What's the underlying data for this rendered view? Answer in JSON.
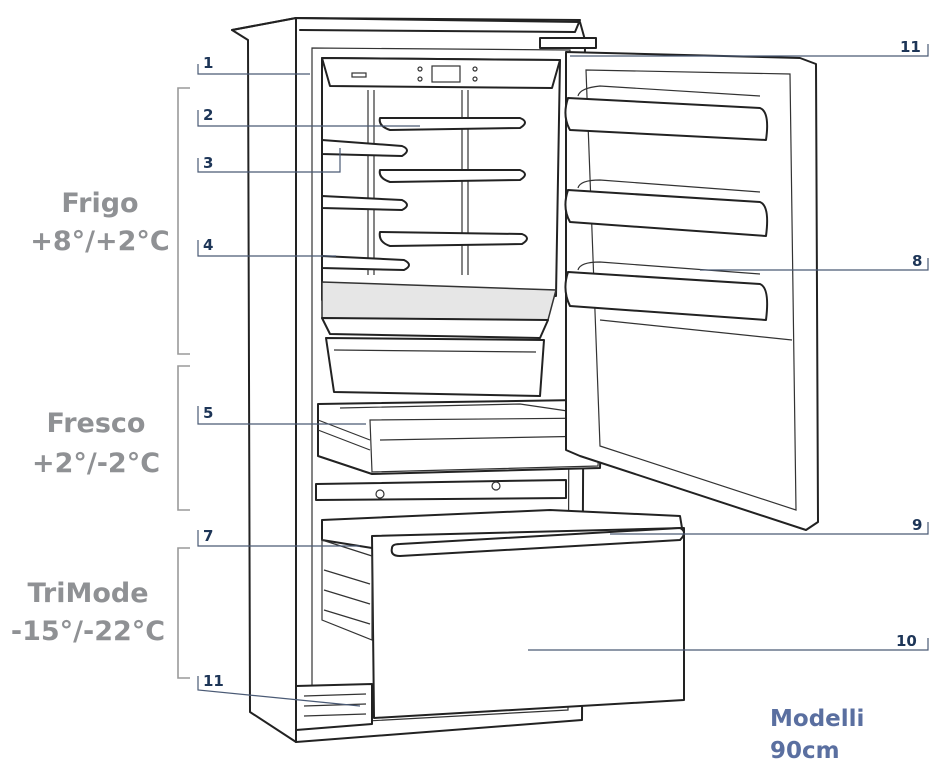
{
  "zones": {
    "frigo": {
      "name": "Frigo",
      "temp": "+8°/+2°C"
    },
    "fresco": {
      "name": "Fresco",
      "temp": "+2°/-2°C"
    },
    "trimode": {
      "name": "TriMode",
      "temp": "-15°/-22°C"
    }
  },
  "callouts": {
    "c1": "1",
    "c2": "2",
    "c3": "3",
    "c4": "4",
    "c5": "5",
    "c7": "7",
    "c8": "8",
    "c9": "9",
    "c10": "10",
    "c11_top": "11",
    "c11_bottom": "11"
  },
  "model": {
    "line1": "Modelli",
    "line2": "90cm"
  },
  "colors": {
    "callout": "#1d3557",
    "zone_text": "#8f9194",
    "model_text": "#5a6fa0"
  }
}
